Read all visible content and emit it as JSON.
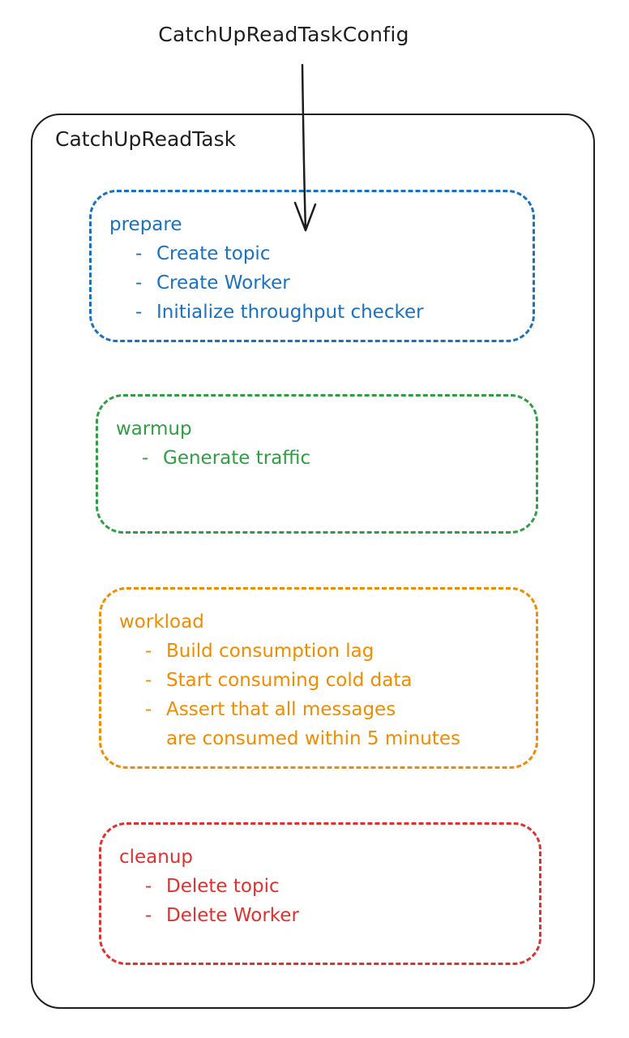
{
  "config": {
    "label": "CatchUpReadTaskConfig"
  },
  "task": {
    "title": "CatchUpReadTask"
  },
  "phases": {
    "prepare": {
      "title": "prepare",
      "color": "#1971c2",
      "items": [
        "Create topic",
        "Create Worker",
        "Initialize throughput checker"
      ]
    },
    "warmup": {
      "title": "warmup",
      "color": "#2f9e44",
      "items": [
        "Generate traffic"
      ]
    },
    "workload": {
      "title": "workload",
      "color": "#f08c00",
      "items": [
        "Build consumption lag",
        "Start consuming cold data",
        "Assert that all messages\nare consumed within 5 minutes"
      ]
    },
    "cleanup": {
      "title": "cleanup",
      "color": "#e03131",
      "items": [
        "Delete topic",
        "Delete Worker"
      ]
    }
  },
  "colors": {
    "stroke": "#1e1e1e",
    "background": "#ffffff"
  }
}
